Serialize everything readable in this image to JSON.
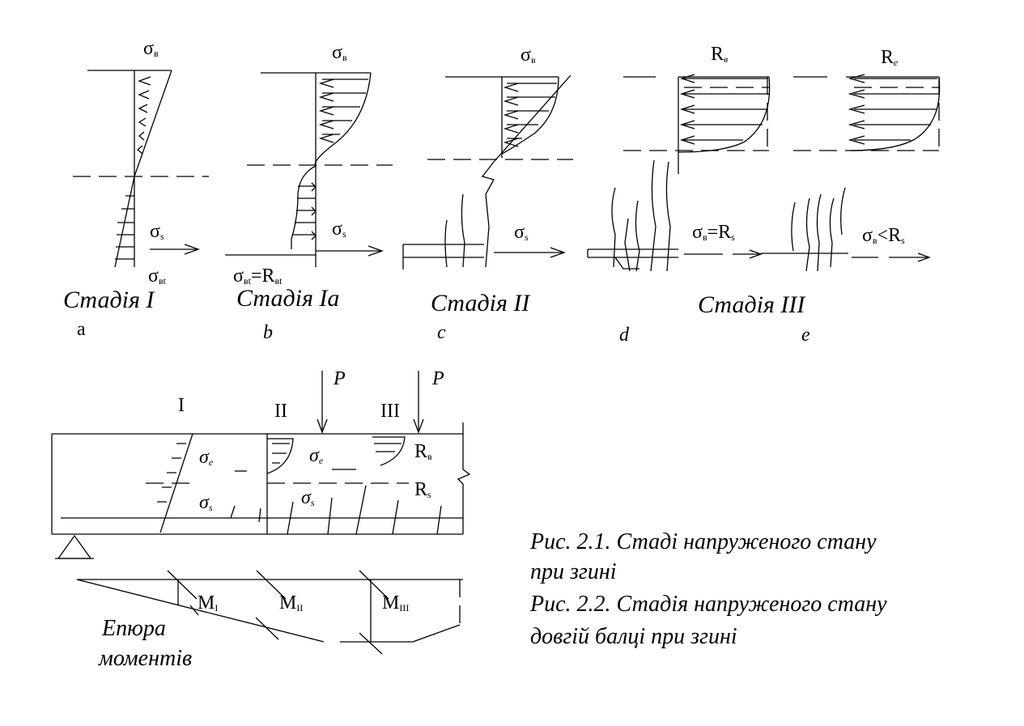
{
  "stages": [
    {
      "id": "a",
      "stage_label": "Стадія I",
      "letter": "a",
      "top_sym": "σ",
      "top_sub": "в",
      "steel_sym": "σ",
      "steel_sub": "s",
      "bottom_sym": "σ",
      "bottom_sub": "вt"
    },
    {
      "id": "b",
      "stage_label": "Стадія Ia",
      "letter": "b",
      "top_sym": "σ",
      "top_sub": "в",
      "steel_sym": "σ",
      "steel_sub": "s",
      "bottom_sym": "σ",
      "bottom_sub": "вt",
      "eq": "=R",
      "eq_sub": "вt"
    },
    {
      "id": "c",
      "stage_label": "Стадія II",
      "letter": "c",
      "top_sym": "σ",
      "top_sub": "в",
      "steel_sym": "σ",
      "steel_sub": "s"
    },
    {
      "id": "d",
      "letter": "d",
      "top_sym": "R",
      "top_sub": "в",
      "steel_sym": "σ",
      "steel_sub": "в",
      "steel_eq": "=R",
      "steel_eq_sub": "s"
    },
    {
      "id": "e",
      "letter": "e",
      "top_sym": "R",
      "top_sub": "е",
      "steel_sym": "σ",
      "steel_sub": "в",
      "steel_eq": "<R",
      "steel_eq_sub": "s"
    }
  ],
  "stage_iii_label": "Стадія III",
  "beam": {
    "zones": [
      "I",
      "II",
      "III"
    ],
    "loads": [
      "P",
      "P"
    ],
    "sigma_e": {
      "sym": "σ",
      "sub": "е"
    },
    "sigma_s1": {
      "sym": "σ",
      "sub": "s"
    },
    "sigma_e2": {
      "sym": "σ",
      "sub": "е"
    },
    "sigma_s2": {
      "sym": "σ",
      "sub": "s"
    },
    "rb": {
      "sym": "R",
      "sub": "в"
    },
    "rs": {
      "sym": "R",
      "sub": "s"
    },
    "moments": [
      {
        "sym": "M",
        "sub": "I"
      },
      {
        "sym": "M",
        "sub": "II"
      },
      {
        "sym": "M",
        "sub": "III"
      }
    ],
    "moment_label_1": "Епюра",
    "moment_label_2": "моментів"
  },
  "captions": [
    "Рис. 2.1. Стаді напруженого стану",
    "при згині",
    "Рис. 2.2. Стадія напруженого стану",
    "довгій балці при згині"
  ]
}
